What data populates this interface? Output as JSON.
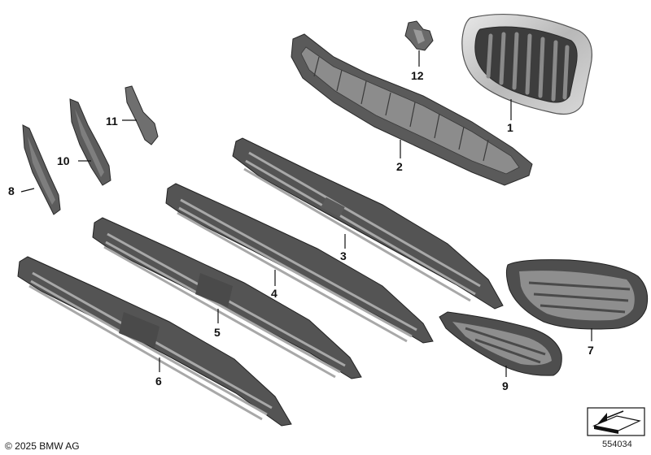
{
  "parts": [
    {
      "key": "kidney_grille",
      "label": "1"
    },
    {
      "key": "grille_frame",
      "label": "2"
    },
    {
      "key": "lower_grille_a",
      "label": "3"
    },
    {
      "key": "lower_grille_b",
      "label": "4"
    },
    {
      "key": "lower_grille_c",
      "label": "5"
    },
    {
      "key": "lower_grille_d",
      "label": "6"
    },
    {
      "key": "side_grille_right",
      "label": "7"
    },
    {
      "key": "air_duct_trim",
      "label": "8"
    },
    {
      "key": "side_grille_left",
      "label": "9"
    },
    {
      "key": "air_duct_panel",
      "label": "10"
    },
    {
      "key": "mounting_bracket",
      "label": "11"
    },
    {
      "key": "clip_holder",
      "label": "12"
    }
  ],
  "footer": {
    "copyright": "© 2025 BMW AG",
    "diagram_number": "554034"
  },
  "colors": {
    "part_fill": "#6b6b6b",
    "part_dark": "#3d3d3d",
    "chrome": "#c9c9c9",
    "line": "#111111"
  }
}
